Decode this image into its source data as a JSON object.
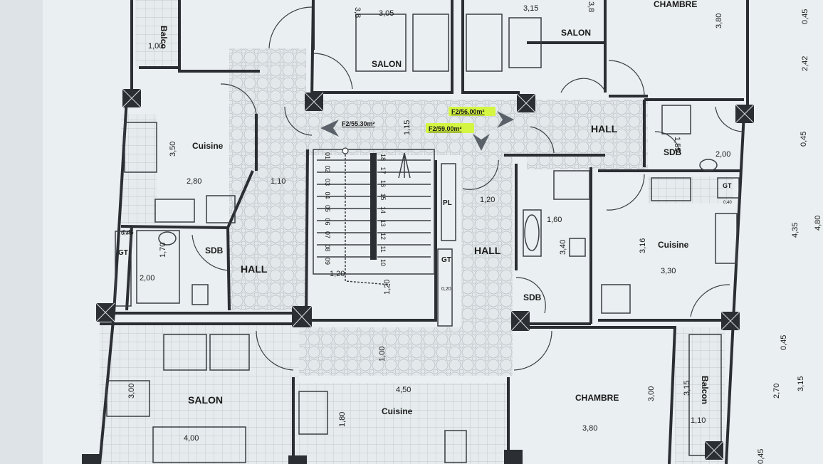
{
  "rooms": {
    "salon_top_center": "SALON",
    "salon_top_right": "SALON",
    "chambre_top_right": "CHAMBRE",
    "hall_right": "HALL",
    "sdb_right": "SDB",
    "cuisine_left": "Cuisine",
    "sdb_left": "SDB",
    "hall_left": "HALL",
    "gt_left": "GT",
    "hall_center": "HALL",
    "pl": "PL",
    "gt_center": "GT",
    "sdb_center": "SDB",
    "cuisine_right": "Cuisine",
    "gt_right": "GT",
    "salon_bottom_left": "SALON",
    "cuisine_bottom": "Cuisine",
    "chambre_bottom_right": "CHAMBRE",
    "balcon_top_left": "Balco",
    "balcon_bottom_right": "Balcon"
  },
  "apartments": {
    "left": "F2/55.30m²",
    "right": "F2/56.00m²",
    "center": "F2/59.00m²"
  },
  "highlight_color": "#d4f542",
  "dimensions": {
    "d1": "1,00",
    "d2": "3,05",
    "d3": "3,15",
    "d4": "3,80",
    "d5": "3,8",
    "d6": "3,50",
    "d7": "2,80",
    "d8": "1,10",
    "d9": "1,15",
    "d10": "1,55",
    "d11": "2,00",
    "d12": "1,20",
    "d13": "1,60",
    "d14": "3,40",
    "d15": "0,45",
    "d16": "1,70",
    "d17": "2,00",
    "d18": "1,20",
    "d19": "1,20",
    "d20": "3,16",
    "d21": "3,30",
    "d22": "0,20",
    "d23": "1,00",
    "d24": "3,00",
    "d25": "4,50",
    "d26": "1,80",
    "d27": "4,00",
    "d28": "3,00",
    "d29": "3,80",
    "d30": "3,15",
    "d31": "1,10",
    "d32": "0,45",
    "d33": "2,42",
    "d34": "0,45",
    "d35": "4,35",
    "d36": "4,80",
    "d37": "0,45",
    "d38": "2,70",
    "d39": "3,15",
    "d40": "0,45",
    "d41": "3,8",
    "d42": "0,45",
    "d43": "0,40"
  },
  "stairs": [
    "01",
    "02",
    "03",
    "04",
    "05",
    "06",
    "07",
    "08",
    "09",
    "10",
    "11",
    "12",
    "13",
    "14",
    "15",
    "16",
    "17",
    "18"
  ]
}
